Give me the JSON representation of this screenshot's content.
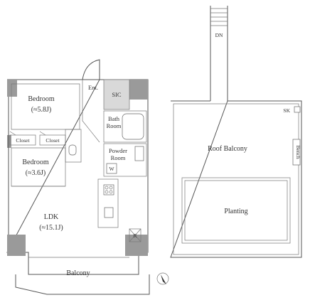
{
  "rooms": {
    "bedroom1": {
      "name": "Bedroom",
      "size": "(≈5.8J)"
    },
    "bedroom2": {
      "name": "Bedroom",
      "size": "(≈3.6J)"
    },
    "ldk": {
      "name": "LDK",
      "size": "(≈15.1J)"
    },
    "balcony": "Balcony",
    "entrance": "Ent.",
    "sic": "SIC",
    "bath": {
      "line1": "Bath",
      "line2": "Room"
    },
    "powder": {
      "line1": "Powder",
      "line2": "Room"
    },
    "closet1": "Closet",
    "closet2": "Closet",
    "washer": "W",
    "refrigerator": "R",
    "roof_balcony": "Roof Balcony",
    "planting": "Planting",
    "bench": "Bench",
    "skylight": "SK",
    "stairs": "DN"
  },
  "colors": {
    "wall": "#9a9a9a",
    "sic_fill": "#d9d9d9",
    "line": "#555555"
  }
}
